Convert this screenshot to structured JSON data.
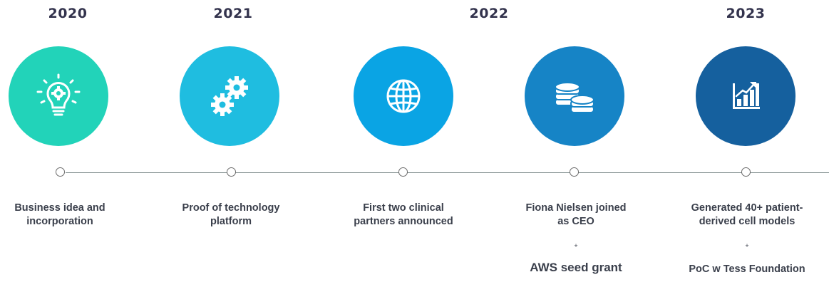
{
  "milestones": [
    {
      "year": "2020",
      "icon": "lightbulb-gear-icon",
      "color": "#22d3b9",
      "label_line1": "Business idea and",
      "label_line2": "incorporation"
    },
    {
      "year": "2021",
      "icon": "gears-icon",
      "color": "#1fbde0",
      "label_line1": "Proof of technology",
      "label_line2": "platform"
    },
    {
      "year": "",
      "icon": "globe-icon",
      "color": "#0aa4e4",
      "label_line1": "First two clinical",
      "label_line2": "partners announced"
    },
    {
      "year": "2022",
      "icon": "coins-icon",
      "color": "#1684c6",
      "label_line1": "Fiona Nielsen joined",
      "label_line2": "as CEO",
      "plus": "+",
      "extra": "AWS seed grant"
    },
    {
      "year": "2023",
      "icon": "bar-chart-growth-icon",
      "color": "#15609e",
      "label_line1": "Generated 40+ patient-",
      "label_line2": "derived cell models",
      "plus": "+",
      "extra": "PoC w Tess Foundation"
    }
  ],
  "colors": {
    "year_text": "#33334d",
    "label_text": "#3a3f4b",
    "timeline": "#7f8c8d"
  }
}
